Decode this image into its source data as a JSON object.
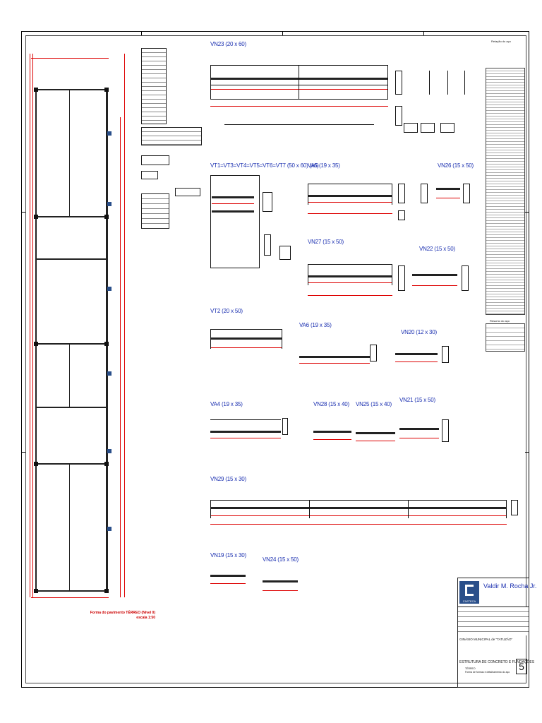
{
  "plan": {
    "caption_line1": "Forma do pavimento TÉRREO (Nível 0)",
    "caption_line2": "escala 1:50"
  },
  "beams": [
    {
      "id": "vn23",
      "title": "VN23 (20 x 60)"
    },
    {
      "id": "vt_group",
      "title": "VT1=VT3=VT4=VT5=VT6=VT7 (50 x 60) (x6)"
    },
    {
      "id": "va5",
      "title": "VA5 (19 x 35)"
    },
    {
      "id": "vn26",
      "title": "VN26 (15 x 50)"
    },
    {
      "id": "vn27",
      "title": "VN27 (15 x 50)"
    },
    {
      "id": "vn22",
      "title": "VN22 (15 x 50)"
    },
    {
      "id": "vt2",
      "title": "VT2 (20 x 50)"
    },
    {
      "id": "va6",
      "title": "VA6 (19 x 35)"
    },
    {
      "id": "vn20",
      "title": "VN20 (12 x 30)"
    },
    {
      "id": "va4",
      "title": "VA4 (19 x 35)"
    },
    {
      "id": "vn28",
      "title": "VN28 (15 x 40)"
    },
    {
      "id": "vn25",
      "title": "VN25 (15 x 40)"
    },
    {
      "id": "vn21",
      "title": "VN21 (15 x 50)"
    },
    {
      "id": "vn29",
      "title": "VN29 (15 x 30)"
    },
    {
      "id": "vn19",
      "title": "VN19 (15 x 30)"
    },
    {
      "id": "vn24",
      "title": "VN24 (15 x 50)"
    }
  ],
  "steel": {
    "list_title": "Relação do aço",
    "summary_title": "Resumo do aço"
  },
  "title_block": {
    "logo_text": "CIVITECA",
    "engineer": "Valdir M. Rocha Jr.",
    "project": "GINÁSIO MUNICIPAL de  \"TATUZÃO\"",
    "part": "ESTRUTURA DE CONCRETO E FUNDAÇÕES",
    "desc1": "TÉRREO",
    "desc2": "Forma de formas e detalhamento do aço",
    "page": "5"
  },
  "colors": {
    "title_blue": "#1a2fb0",
    "dim_red": "#d00000",
    "logo_blue": "#2a4f8a"
  }
}
